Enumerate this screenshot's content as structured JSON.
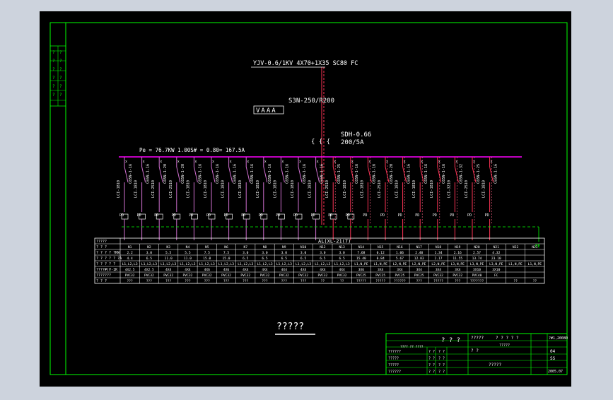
{
  "drawing": {
    "title": "?????",
    "cable_label": "YJV-0.6/1KV 4X70+1X35 SC80 FC",
    "switch_label": "S3N-250/R200",
    "meter_label": "VAAA",
    "ct_label_1": "SDH-0.66",
    "ct_label_2": "200/5A",
    "load_label": "Pe = 76.7KW 1.00S# = 0.80= 167.5A",
    "pe_label": "PE",
    "panel_label": "AL(XL-21(7)",
    "breaker_labels": [
      "C65N-1-16",
      "C65N-1-16",
      "C65N-1-20",
      "C65N-1-20",
      "C65N-1-16",
      "C65N-1-16",
      "C65N-1-16",
      "C65N-1-16",
      "C65N-1-16",
      "C65N-1-16",
      "C65N-1-16",
      "C65N-1-16",
      "C65N-1-25",
      "C65N-1-16",
      "C65N-1-16",
      "C65N-1-20",
      "C65N-1-16",
      "C65N-1-16",
      "C65N-1-16",
      "C65N-1-32",
      "C65N-1-25",
      "C65N-1-16"
    ],
    "breaker_side_labels": [
      "LCI-1810",
      "LCI-1810",
      "LCI-2510",
      "LCI-2510",
      "LCI-1810",
      "LCI-1810",
      "LCI-1810",
      "LCI-1810",
      "LCI-1810",
      "LCI-1810",
      "LCI-1810",
      "LCI-1810",
      "LCI-2510",
      "LCI-1810",
      "LCI-1810",
      "LCI-2510",
      "LCI-1810",
      "LCI-1810",
      "LCI-1810",
      "LCI-3210",
      "LCI-2510",
      "LCI-1810"
    ],
    "contactor_labels": [
      "PD",
      "PD",
      "PD",
      "PD",
      "PD",
      "PD",
      "PD",
      "PD",
      "PD",
      "PD",
      "PD",
      "PD",
      "PD",
      "PD",
      "PD",
      "PD",
      "PD",
      "PD",
      "PD",
      "PD",
      "PD",
      "PD"
    ],
    "side_block_labels": [
      "#",
      "#",
      "#",
      "#",
      "#",
      "#",
      "#",
      "#",
      "#",
      "#",
      "#",
      "#",
      "#",
      "#"
    ]
  },
  "table": {
    "row_headers": [
      "?????",
      "?  ?  ?",
      "?  ?  ?  ?  ?KW",
      "?  ?  ?  ?  ?  ?A",
      "?  ?  ?  ?  ?",
      "????#(V-1K",
      "???????",
      "?  ?  ?"
    ],
    "columns": [
      "N1",
      "N2",
      "N3",
      "N4",
      "N5",
      "N6",
      "N7",
      "N8",
      "N9",
      "N10",
      "N12",
      "N13",
      "N14",
      "N15",
      "N16",
      "N17",
      "N18",
      "N19",
      "N20",
      "N21",
      "N22",
      "N23"
    ],
    "kw": [
      "2.2",
      "3.0",
      "5.5",
      "5.5",
      "7.5",
      "7.5",
      "3.0",
      "3.0",
      "3.0",
      "3.0",
      "3.0",
      "3.0",
      "7.68",
      "0.12",
      "1.06",
      "2.40",
      "1.34",
      "2.16",
      "2.57",
      "4.32",
      "",
      ""
    ],
    "amps": [
      "4.4",
      "6.5",
      "11.0",
      "11.0",
      "15.0",
      "15.0",
      "6.5",
      "6.5",
      "6.5",
      "6.5",
      "6.5",
      "6.5",
      "15.40",
      "0.84",
      "5.67",
      "12.83",
      "2.17",
      "11.55",
      "13.74",
      "23.10",
      "",
      ""
    ],
    "wire": [
      "L1,L2,L3",
      "L1,L2,L3",
      "L1,L2,L3",
      "L1,L2,L3",
      "L1,L2,L3",
      "L1,L2,L3",
      "L1,L2,L3",
      "L1,L2,L3",
      "L1,L2,L3",
      "L1,L2,L3",
      "L1,L2,L3",
      "L1,L2,L3",
      "L1,N,PE",
      "L1,N,PE",
      "L2,N,PE",
      "L2,N,PE",
      "L2,N,PE",
      "L3,N,PE",
      "L3,N,PE",
      "L3,N,PE",
      "L1,N,PE",
      "L1,N,PE"
    ],
    "cable": [
      "4X2.5",
      "4X2.5",
      "4X4",
      "4X4",
      "4X6",
      "4X6",
      "4X4",
      "4X4",
      "4X4",
      "4X4",
      "4X4",
      "4X4",
      "3X6",
      "3X4",
      "3X4",
      "3X4",
      "3X4",
      "3X4",
      "3X10",
      "3X10",
      "",
      ""
    ],
    "conduit": [
      "PVC32",
      "PVC32",
      "PVC32",
      "PVC32",
      "PVC32",
      "PVC32",
      "PVC32",
      "PVC32",
      "PVC32",
      "PVC32",
      "PVC32",
      "PVC32",
      "PVC25",
      "PVC25",
      "PVC25",
      "PVC25",
      "PVC32",
      "PVC32",
      "PVC40",
      "FC",
      "",
      ""
    ],
    "remark": [
      "???",
      "???",
      "???",
      "???",
      "???",
      "???",
      "???",
      "???",
      "???",
      "???",
      "??",
      "??",
      "?????",
      "?????",
      "??????",
      "???",
      "?????",
      "???",
      "???????",
      "",
      "??",
      "??"
    ]
  },
  "title_block": {
    "designer_row": "???? ?? ????",
    "main_title": "? ? ?",
    "project": "?????",
    "subproject": "? ? ? ? ?",
    "drawing_no": "?#1,20080",
    "date": "2005.07",
    "sheet_a": "04",
    "sheet_b": "SS",
    "rows": [
      "??????",
      "?????",
      "?????",
      "??????"
    ],
    "q1": "? ?",
    "q2": "? ?",
    "mid_label": "?????",
    "big_label": "?????",
    "small_q": "? ?"
  },
  "sidebar_labels": [
    "?",
    "?",
    "?",
    "?",
    "?",
    "?",
    "?",
    "?",
    "?",
    "?",
    "?",
    "?",
    "?",
    "?",
    "?",
    "?",
    "?",
    "?",
    "?",
    "?"
  ],
  "colors": {
    "frame_outer": "#3a3a3a",
    "paper": "#000000",
    "border": "#00ff00",
    "bus": "#ff00ff",
    "circuit_pink": "#d070d0",
    "circuit_red": "#ff3355",
    "dashed": "#ff6688",
    "table_line": "#ffffff",
    "text": "#ffffff",
    "pe": "#00ff00"
  }
}
